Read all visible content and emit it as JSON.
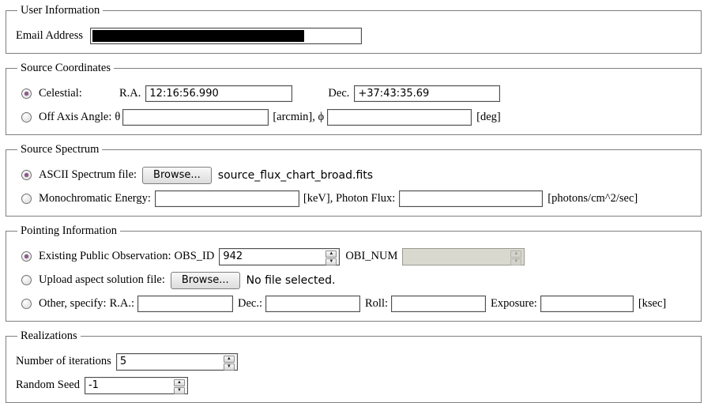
{
  "colors": {
    "radio_selected_dot": "#8a5a8a",
    "disabled_field_bg": "#d9d9d0",
    "redaction": "#000000",
    "fieldset_border": "#7f7f7f"
  },
  "icons": {
    "spinner_up": "▲",
    "spinner_down": "▼"
  },
  "user_information": {
    "legend": "User Information",
    "email_label": "Email Address"
  },
  "source_coordinates": {
    "legend": "Source Coordinates",
    "celestial_label": "Celestial:",
    "ra_label": "R.A.",
    "ra_value": "12:16:56.990",
    "dec_label": "Dec.",
    "dec_value": "+37:43:35.69",
    "off_axis_label": "Off Axis Angle:",
    "theta_label": "θ",
    "theta_value": "",
    "arcmin_phi_label": "[arcmin], ϕ",
    "phi_value": "",
    "deg_label": "[deg]"
  },
  "source_spectrum": {
    "legend": "Source Spectrum",
    "ascii_label": "ASCII Spectrum file:",
    "browse_button": "Browse...",
    "ascii_filename": "source_flux_chart_broad.fits",
    "mono_label": "Monochromatic Energy:",
    "mono_value": "",
    "kev_flux_label": "[keV], Photon Flux:",
    "flux_value": "",
    "flux_unit_label": "[photons/cm^2/sec]"
  },
  "pointing_information": {
    "legend": "Pointing Information",
    "existing_label": "Existing Public Observation:",
    "obs_id_label": "OBS_ID",
    "obs_id_value": "942",
    "obi_num_label": "OBI_NUM",
    "obi_num_value": "",
    "upload_label": "Upload aspect solution file:",
    "browse_button": "Browse...",
    "no_file_label": "No file selected.",
    "other_label": "Other, specify:",
    "ra_label": "R.A.:",
    "ra_value": "",
    "dec_label": "Dec.:",
    "dec_value": "",
    "roll_label": "Roll:",
    "roll_value": "",
    "exposure_label": "Exposure:",
    "exposure_value": "",
    "ksec_label": "[ksec]"
  },
  "realizations": {
    "legend": "Realizations",
    "iterations_label": "Number of iterations",
    "iterations_value": "5",
    "seed_label": "Random Seed",
    "seed_value": "-1"
  }
}
